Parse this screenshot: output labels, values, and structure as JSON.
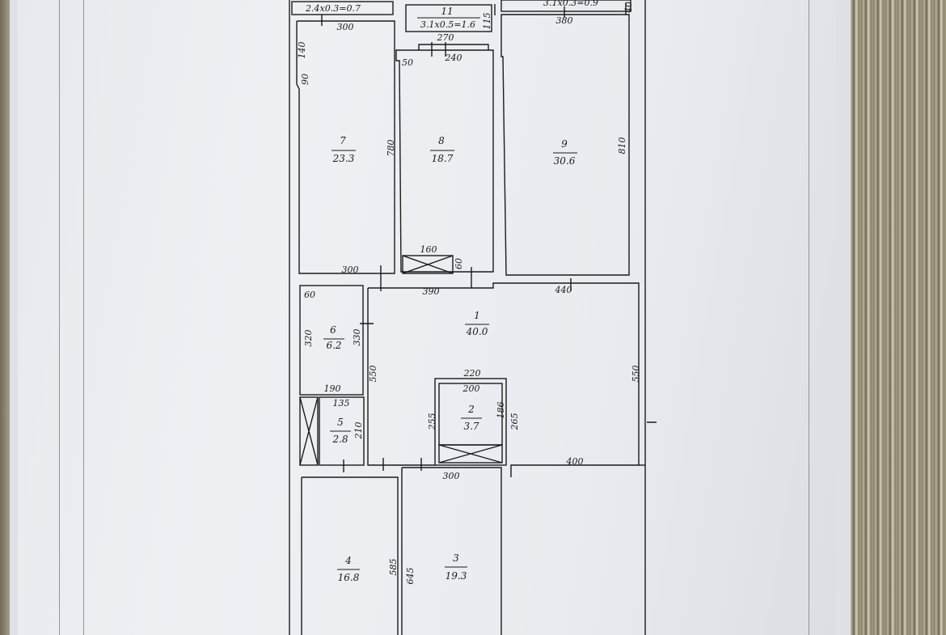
{
  "rooms": [
    {
      "number": "7",
      "area": "23.3"
    },
    {
      "number": "8",
      "area": "18.7"
    },
    {
      "number": "9",
      "area": "30.6"
    },
    {
      "number": "1",
      "area": "40.0"
    },
    {
      "number": "6",
      "area": "6.2"
    },
    {
      "number": "5",
      "area": "2.8"
    },
    {
      "number": "2",
      "area": "3.7"
    },
    {
      "number": "4",
      "area": "16.8"
    },
    {
      "number": "3",
      "area": "19.3"
    }
  ],
  "balconies": {
    "left": "2.4x0.3=0.7",
    "middle_number": "11",
    "middle": "3.1x0.5=1.6",
    "right": "3.1x0.3=0.9"
  },
  "dimensions": {
    "d300_top7": "300",
    "d140": "140",
    "d90": "90",
    "d270": "270",
    "d115": "115",
    "d50": "50",
    "d240": "240",
    "d380": "380",
    "d40": "40",
    "d780": "780",
    "d810": "810",
    "d160": "160",
    "d60_vent": "60",
    "d300_bot7": "300",
    "d390": "390",
    "d440": "440",
    "d60_room6": "60",
    "d320": "320",
    "d330": "330",
    "d190": "190",
    "d135": "135",
    "d210": "210",
    "d550_left": "550",
    "d550_right": "550",
    "d220": "220",
    "d200": "200",
    "d186": "186",
    "d265": "265",
    "d255": "255",
    "d400": "400",
    "d300_mid": "300",
    "d585": "585",
    "d645": "645"
  }
}
